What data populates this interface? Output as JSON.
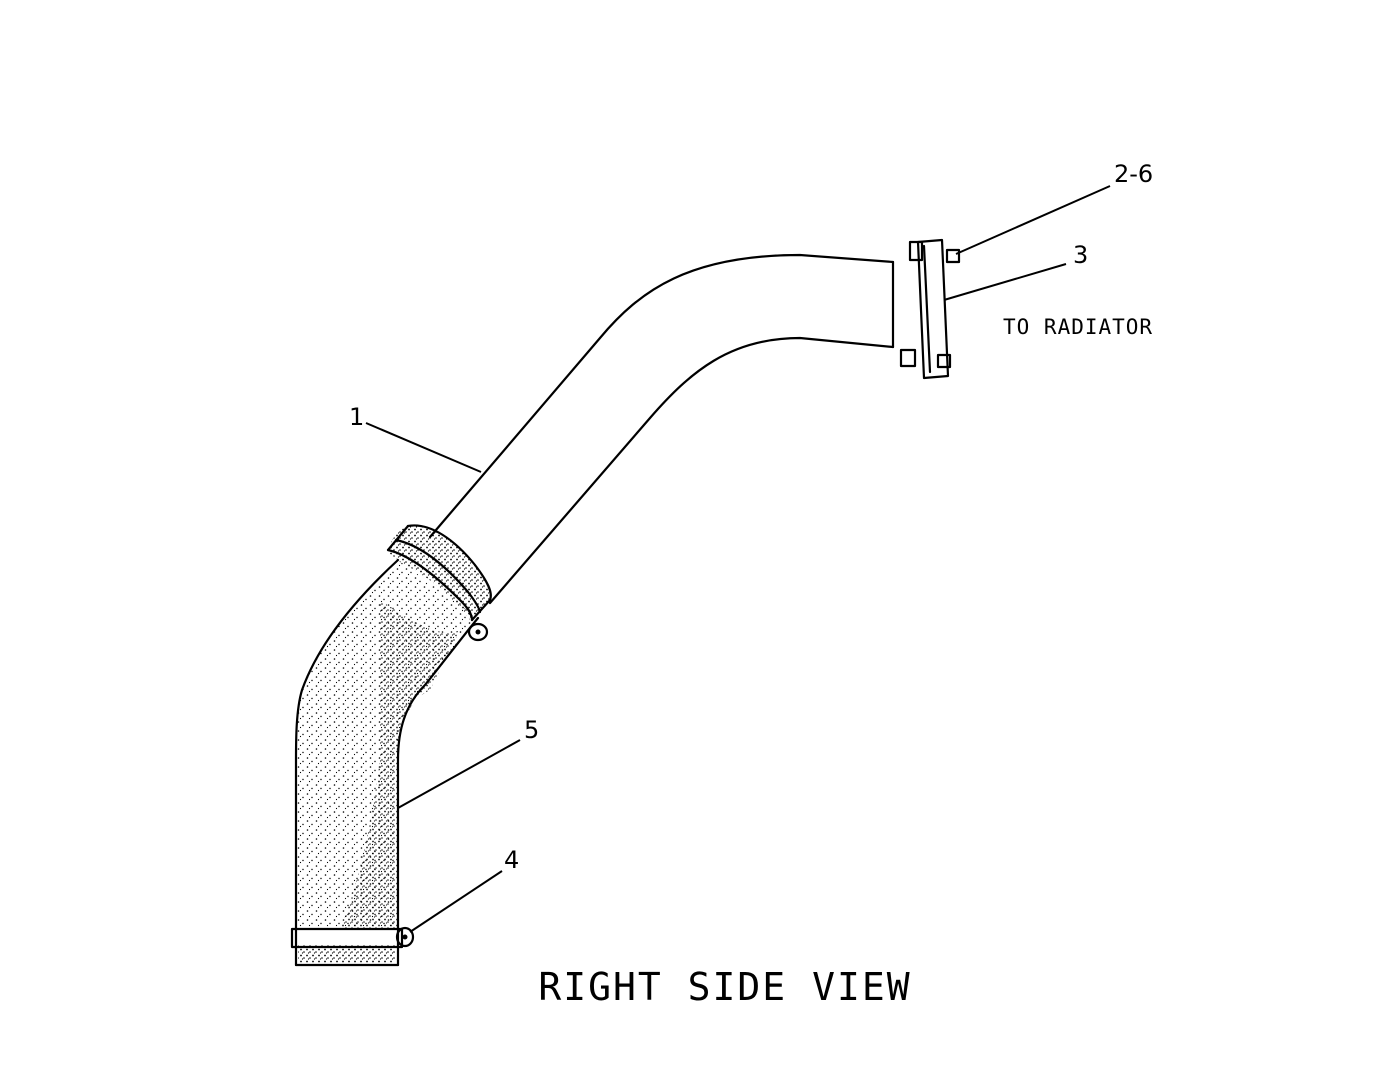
{
  "diagram": {
    "view_title": "RIGHT SIDE VIEW",
    "note": "TO RADIATOR",
    "callouts": [
      {
        "id": "tube",
        "label": "1"
      },
      {
        "id": "bolts-washers",
        "label": "2-6"
      },
      {
        "id": "gasket",
        "label": "3"
      },
      {
        "id": "clamp",
        "label": "4"
      },
      {
        "id": "hose",
        "label": "5"
      }
    ],
    "colors": {
      "line": "#000000",
      "background": "#ffffff",
      "stipple": "#000000"
    }
  }
}
